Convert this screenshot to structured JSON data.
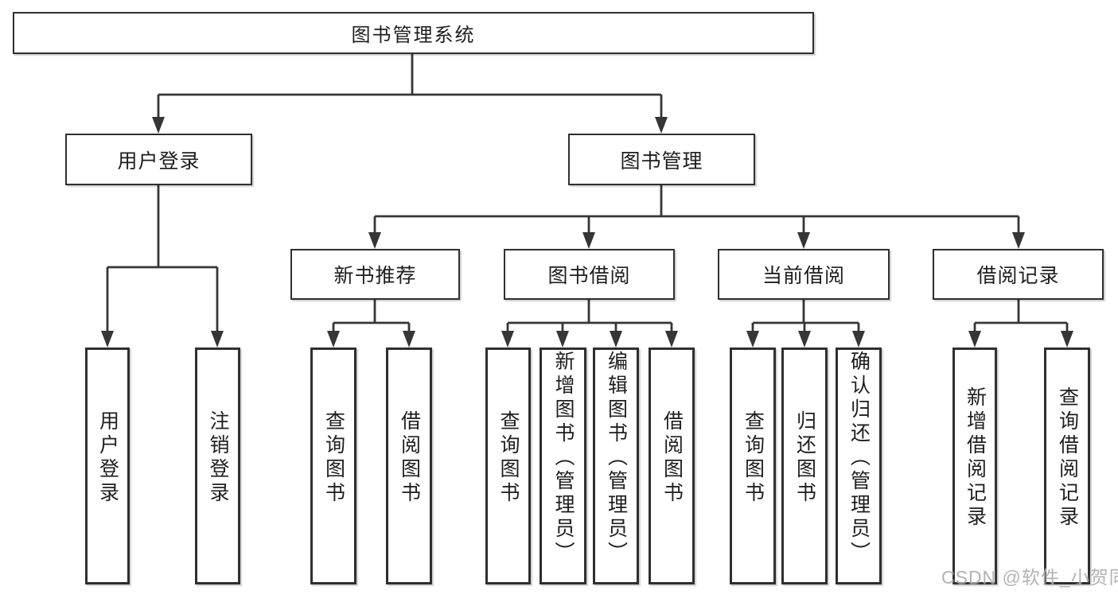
{
  "diagram": {
    "root": {
      "label": "图书管理系统"
    },
    "branches": [
      {
        "label": "用户登录",
        "leaves": [
          "用户登录",
          "注销登录"
        ]
      },
      {
        "label": "图书管理"
      }
    ],
    "sections": [
      {
        "label": "新书推荐",
        "leaves": [
          "查询图书",
          "借阅图书"
        ]
      },
      {
        "label": "图书借阅",
        "leaves": [
          "查询图书",
          "新增图书（管理员）",
          "编辑图书（管理员）",
          "借阅图书"
        ]
      },
      {
        "label": "当前借阅",
        "leaves": [
          "查询图书",
          "归还图书",
          "确认归还（管理员）"
        ]
      },
      {
        "label": "借阅记录",
        "leaves": [
          "新增借阅记录",
          "查询借阅记录"
        ]
      }
    ],
    "watermark": "CSDN @软件_小贺同学",
    "colors": {
      "line": "#363636",
      "box_border": "#2f2f2f",
      "text": "#1e1e1e",
      "watermark": "#a49e9e",
      "background": "#ffffff"
    }
  }
}
